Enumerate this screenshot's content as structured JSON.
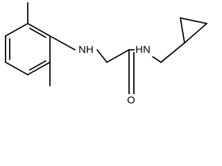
{
  "molecule": {
    "atom_labels": {
      "aniline_nh": "NH",
      "amide_nh": "HN",
      "carbonyl_o": "O"
    }
  }
}
